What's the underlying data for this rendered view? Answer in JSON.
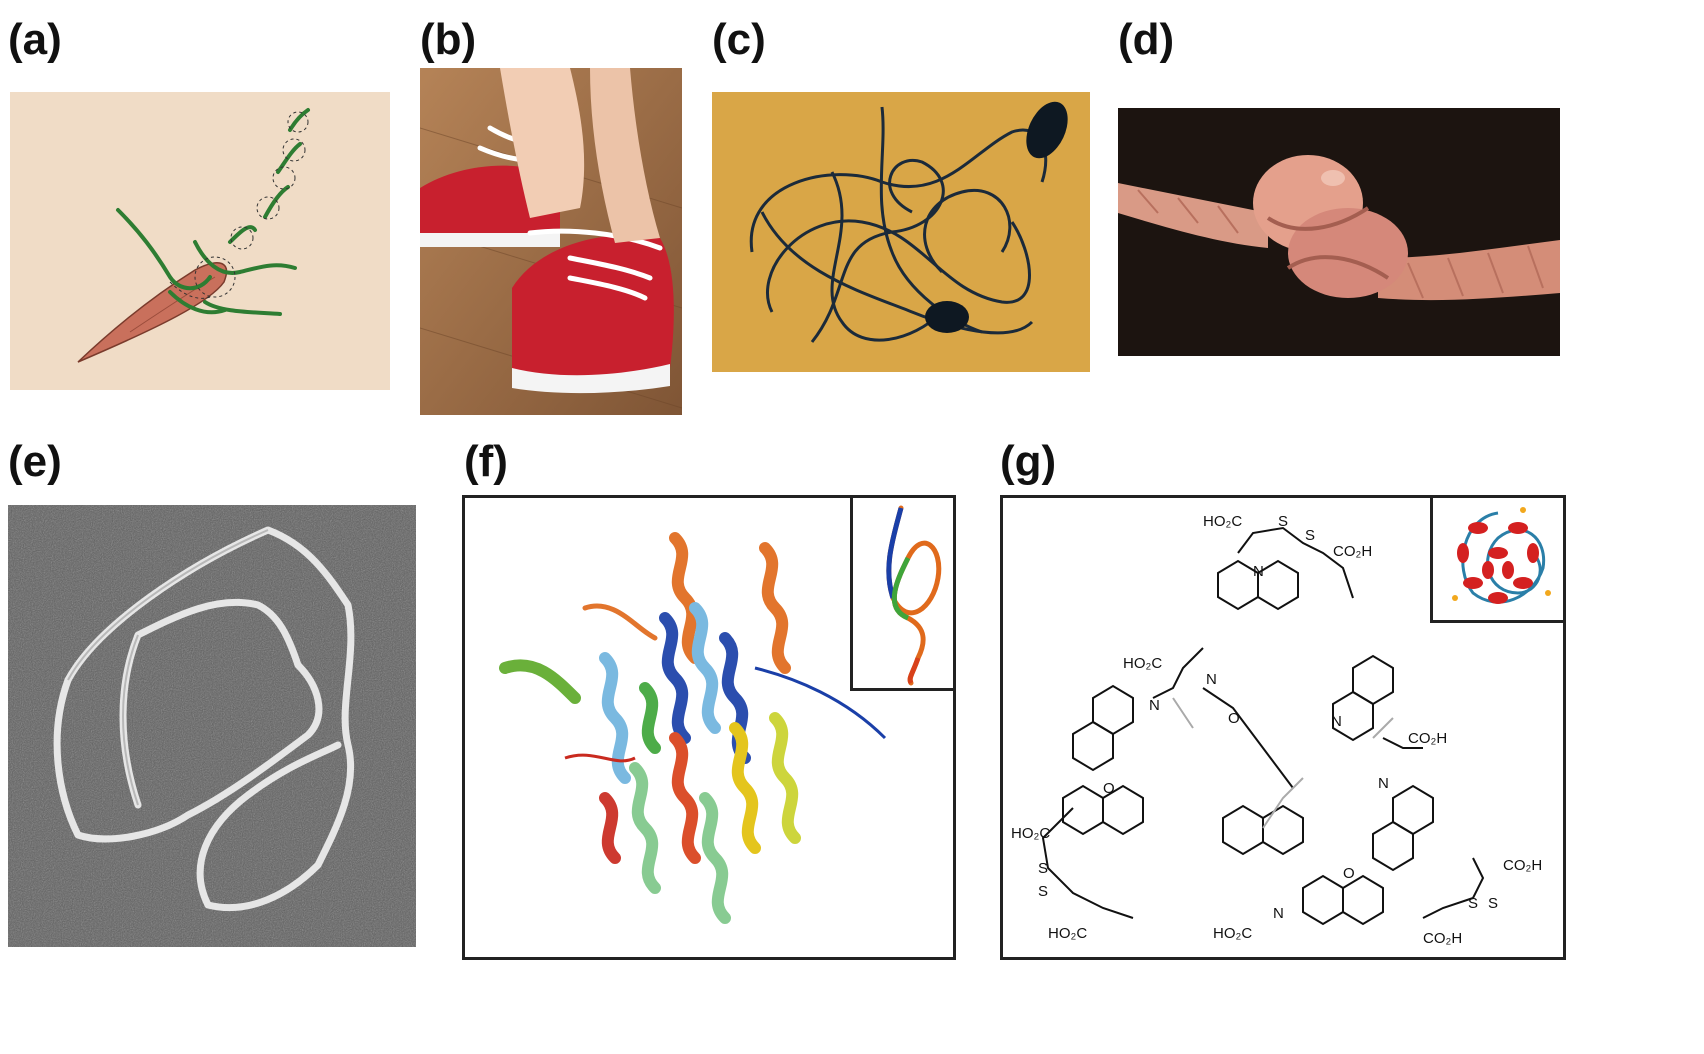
{
  "labels": {
    "a": "(a)",
    "b": "(b)",
    "c": "(c)",
    "d": "(d)",
    "e": "(e)",
    "f": "(f)",
    "g": "(g)"
  },
  "chem": {
    "ho2c": "HO₂C",
    "co2h": "CO₂H",
    "s": "S",
    "n": "N",
    "o": "O"
  },
  "colors": {
    "panel_a_bg": "#f0dcc6",
    "floor_wood": "#9a6a43",
    "shoe_red": "#c8202e",
    "table_yellow": "#d9a647",
    "cable": "#1b2a3a",
    "tissue_bg": "#1c1410",
    "tissue": "#d98e7a",
    "micrograph_bg": "#5a5a5a"
  },
  "icons": [
    "fish-knot-illustration",
    "shoelace-photo",
    "tangled-earphones-photo",
    "knotted-tissue-photo",
    "dna-knot-micrograph",
    "protein-ribbon-structure",
    "molecular-trefoil-knot"
  ]
}
